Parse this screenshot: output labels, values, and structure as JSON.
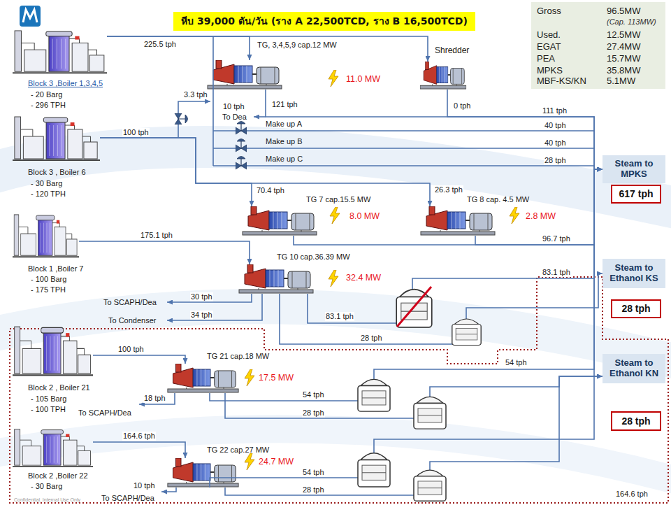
{
  "diagram": {
    "title": "หีบ 39,000 ตัน/วัน (ราง A 22,500TCD, ราง B 16,500TCD)",
    "nodes": [
      {
        "text": [
          "Gross",
          "96.5MW",
          "(Cap. 113MW)",
          "Used.",
          "12.5MW",
          "EGAT",
          "27.4MW",
          "PEA",
          "15.7MW",
          "MPKS",
          "35.8MW",
          "MBF-KS/KN",
          "5.1MW"
        ]
      },
      {
        "text": [
          "Block 3 ,Boiler 1,3,4,5",
          "- 20 Barg",
          "- 296 TPH"
        ]
      },
      {
        "text": [
          "Block 3 , Boiler 6",
          "- 30 Barg",
          "- 120 TPH"
        ]
      },
      {
        "text": [
          "Block 1 ,Boiler 7",
          "- 100 Barg",
          "- 175 TPH"
        ]
      },
      {
        "text": [
          "Block 2 , Boiler 21",
          "- 105 Barg",
          "- 100 TPH"
        ]
      },
      {
        "text": [
          "Block 2 ,Boiler 22",
          "- 30 Barg"
        ]
      },
      {
        "text": [
          "TG, 3,4,5,9 cap.12 MW",
          "11.0 MW"
        ]
      },
      {
        "text": [
          "Shredder"
        ]
      },
      {
        "text": [
          "TG 7 cap.15.5 MW",
          "8.0 MW"
        ]
      },
      {
        "text": [
          "TG 8 cap. 4.5 MW",
          "2.8 MW"
        ]
      },
      {
        "text": [
          "TG 10 cap.36.39 MW",
          "32.4 MW"
        ]
      },
      {
        "text": [
          "TG 21 cap.18 MW",
          "17.5 MW"
        ]
      },
      {
        "text": [
          "TG 22 cap.27 MW",
          "24.7 MW"
        ]
      },
      {
        "text": [
          "Steam to MPKS"
        ]
      },
      {
        "text": [
          "617 tph"
        ]
      },
      {
        "text": [
          "Steam to Ethanol KS"
        ]
      },
      {
        "text": [
          "28 tph"
        ]
      },
      {
        "text": [
          "Steam to Ethanol KN"
        ]
      },
      {
        "text": [
          "28 tph"
        ]
      }
    ],
    "edges": [
      {
        "from": 1,
        "to": 6,
        "label": "225.5 tph",
        "arrow": "to"
      },
      {
        "from": 1,
        "to": 7,
        "arrow": "to"
      },
      {
        "from": 6,
        "to": 13,
        "label": "121 tph",
        "arrow": "to"
      },
      {
        "from": 7,
        "to": 13,
        "label": "0 tph",
        "arrow": "to"
      },
      {
        "from": 2,
        "to": 8,
        "label": "70.4 tph",
        "arrow": "to"
      },
      {
        "from": 2,
        "to": 9,
        "label": "26.3 tph",
        "arrow": "to"
      },
      {
        "from": 8,
        "to": 13,
        "arrow": "to"
      },
      {
        "from": 9,
        "to": 13,
        "label": "96.7 tph",
        "arrow": "to"
      },
      {
        "from": 3,
        "to": 10,
        "label": "175.1 tph",
        "arrow": "to"
      },
      {
        "from": 10,
        "to": 13,
        "label": "83.1 tph",
        "arrow": "to"
      },
      {
        "from": 10,
        "to": 15,
        "label": "28 tph",
        "arrow": "to"
      },
      {
        "from": 4,
        "to": 11,
        "label": "100 tph",
        "arrow": "to"
      },
      {
        "from": 11,
        "to": 13,
        "label": "54 tph",
        "arrow": "to"
      },
      {
        "from": 11,
        "to": 17,
        "label": "28 tph",
        "arrow": "to"
      },
      {
        "from": 5,
        "to": 12,
        "label": "164.6 tph",
        "arrow": "to"
      },
      {
        "from": 12,
        "to": 13,
        "label": "54 tph",
        "arrow": "to"
      },
      {
        "from": 12,
        "to": 17,
        "label": "28 tph",
        "arrow": "to"
      }
    ],
    "labels": [
      "3.3 tph",
      "10 tph",
      "To Dea",
      "Make up A",
      "Make up B",
      "Make up C",
      "111 tph",
      "40 tph",
      "40 tph",
      "28 tph",
      "100 tph",
      "30 tph",
      "To SCAPH/Dea",
      "34 tph",
      "To Condenser",
      "83.1 tph",
      "54 tph",
      "18 tph",
      "To SCAPH/Dea",
      "10 tph",
      "To SCAPH/Dea",
      "164.6 tph",
      "Confidential. Internal Use Only"
    ]
  }
}
